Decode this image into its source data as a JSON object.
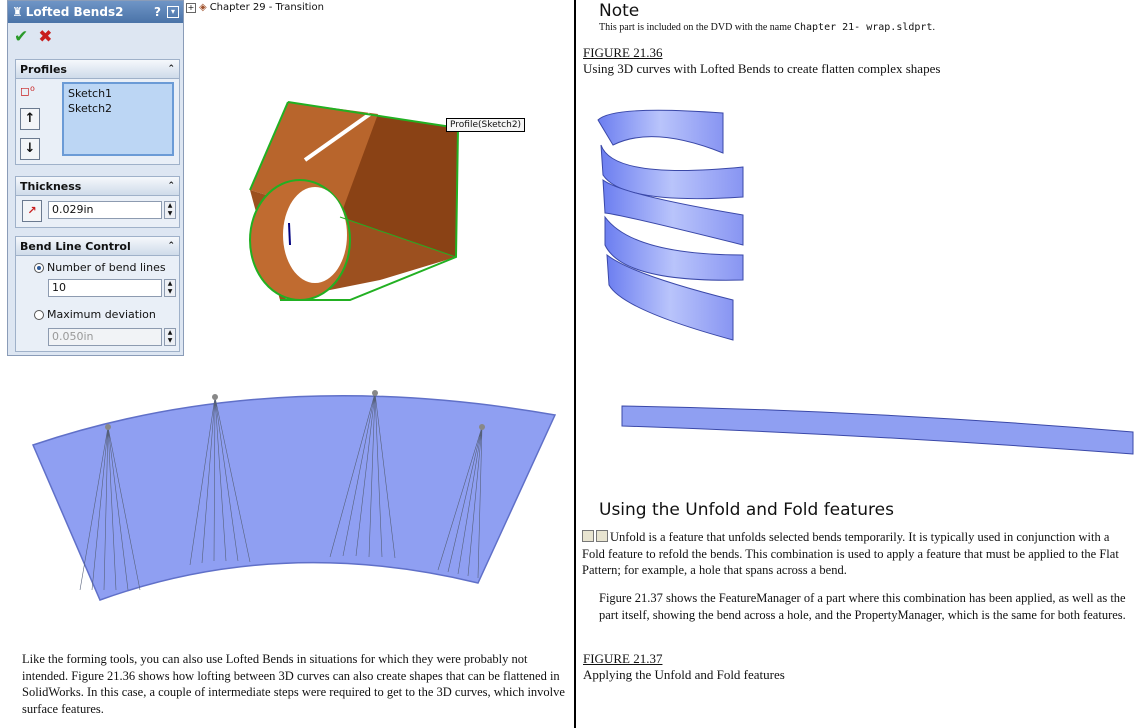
{
  "left": {
    "property_manager": {
      "title": "Lofted Bends2",
      "help": "?",
      "ok_symbol": "✔",
      "cancel_symbol": "✖",
      "groups": {
        "profiles": {
          "label": "Profiles",
          "items": [
            "Sketch1",
            "Sketch2"
          ]
        },
        "thickness": {
          "label": "Thickness",
          "value": "0.029in"
        },
        "bend_line_control": {
          "label": "Bend Line Control",
          "option1_label": "Number of bend lines",
          "option1_value": "10",
          "option2_label": "Maximum deviation",
          "option2_value": "0.050in"
        }
      }
    },
    "tree_label": "Chapter 29 - Transition",
    "callout": "Profile(Sketch2)",
    "body_text": "Like the forming tools, you can also use Lofted Bends in situations for which they were probably not intended. Figure 21.36 shows how lofting between 3D curves can also create shapes that can be flattened in SolidWorks. In this case, a couple of intermediate steps were required to get to the 3D curves, which involve surface features."
  },
  "right": {
    "note_heading": "Note",
    "note_text_before": "This part is included on the DVD with the name ",
    "note_filename": "Chapter 21- wrap.sldprt",
    "note_text_after": ".",
    "figure1_number": "FIGURE 21.36",
    "figure1_caption": "Using 3D curves with Lofted Bends to create flatten complex shapes",
    "section_heading": "Using the Unfold and Fold features",
    "para1": "Unfold is a feature that unfolds selected bends temporarily. It is typically used in conjunction with a Fold feature to refold the bends. This combination is used to apply a feature that must be applied to the Flat Pattern; for example, a hole that spans across a bend.",
    "para2": "Figure 21.37 shows the FeatureManager of a part where this combination has been applied, as well as the part itself, showing the bend across a hole, and the PropertyManager, which is the same for both features.",
    "figure2_number": "FIGURE 21.37",
    "figure2_caption": "Applying the Unfold and Fold features"
  },
  "colors": {
    "pm_title": "#4a73a8",
    "part_orange": "#b8652c",
    "sketch_green": "#22b022",
    "flat_blue": "#8f9ff2"
  }
}
